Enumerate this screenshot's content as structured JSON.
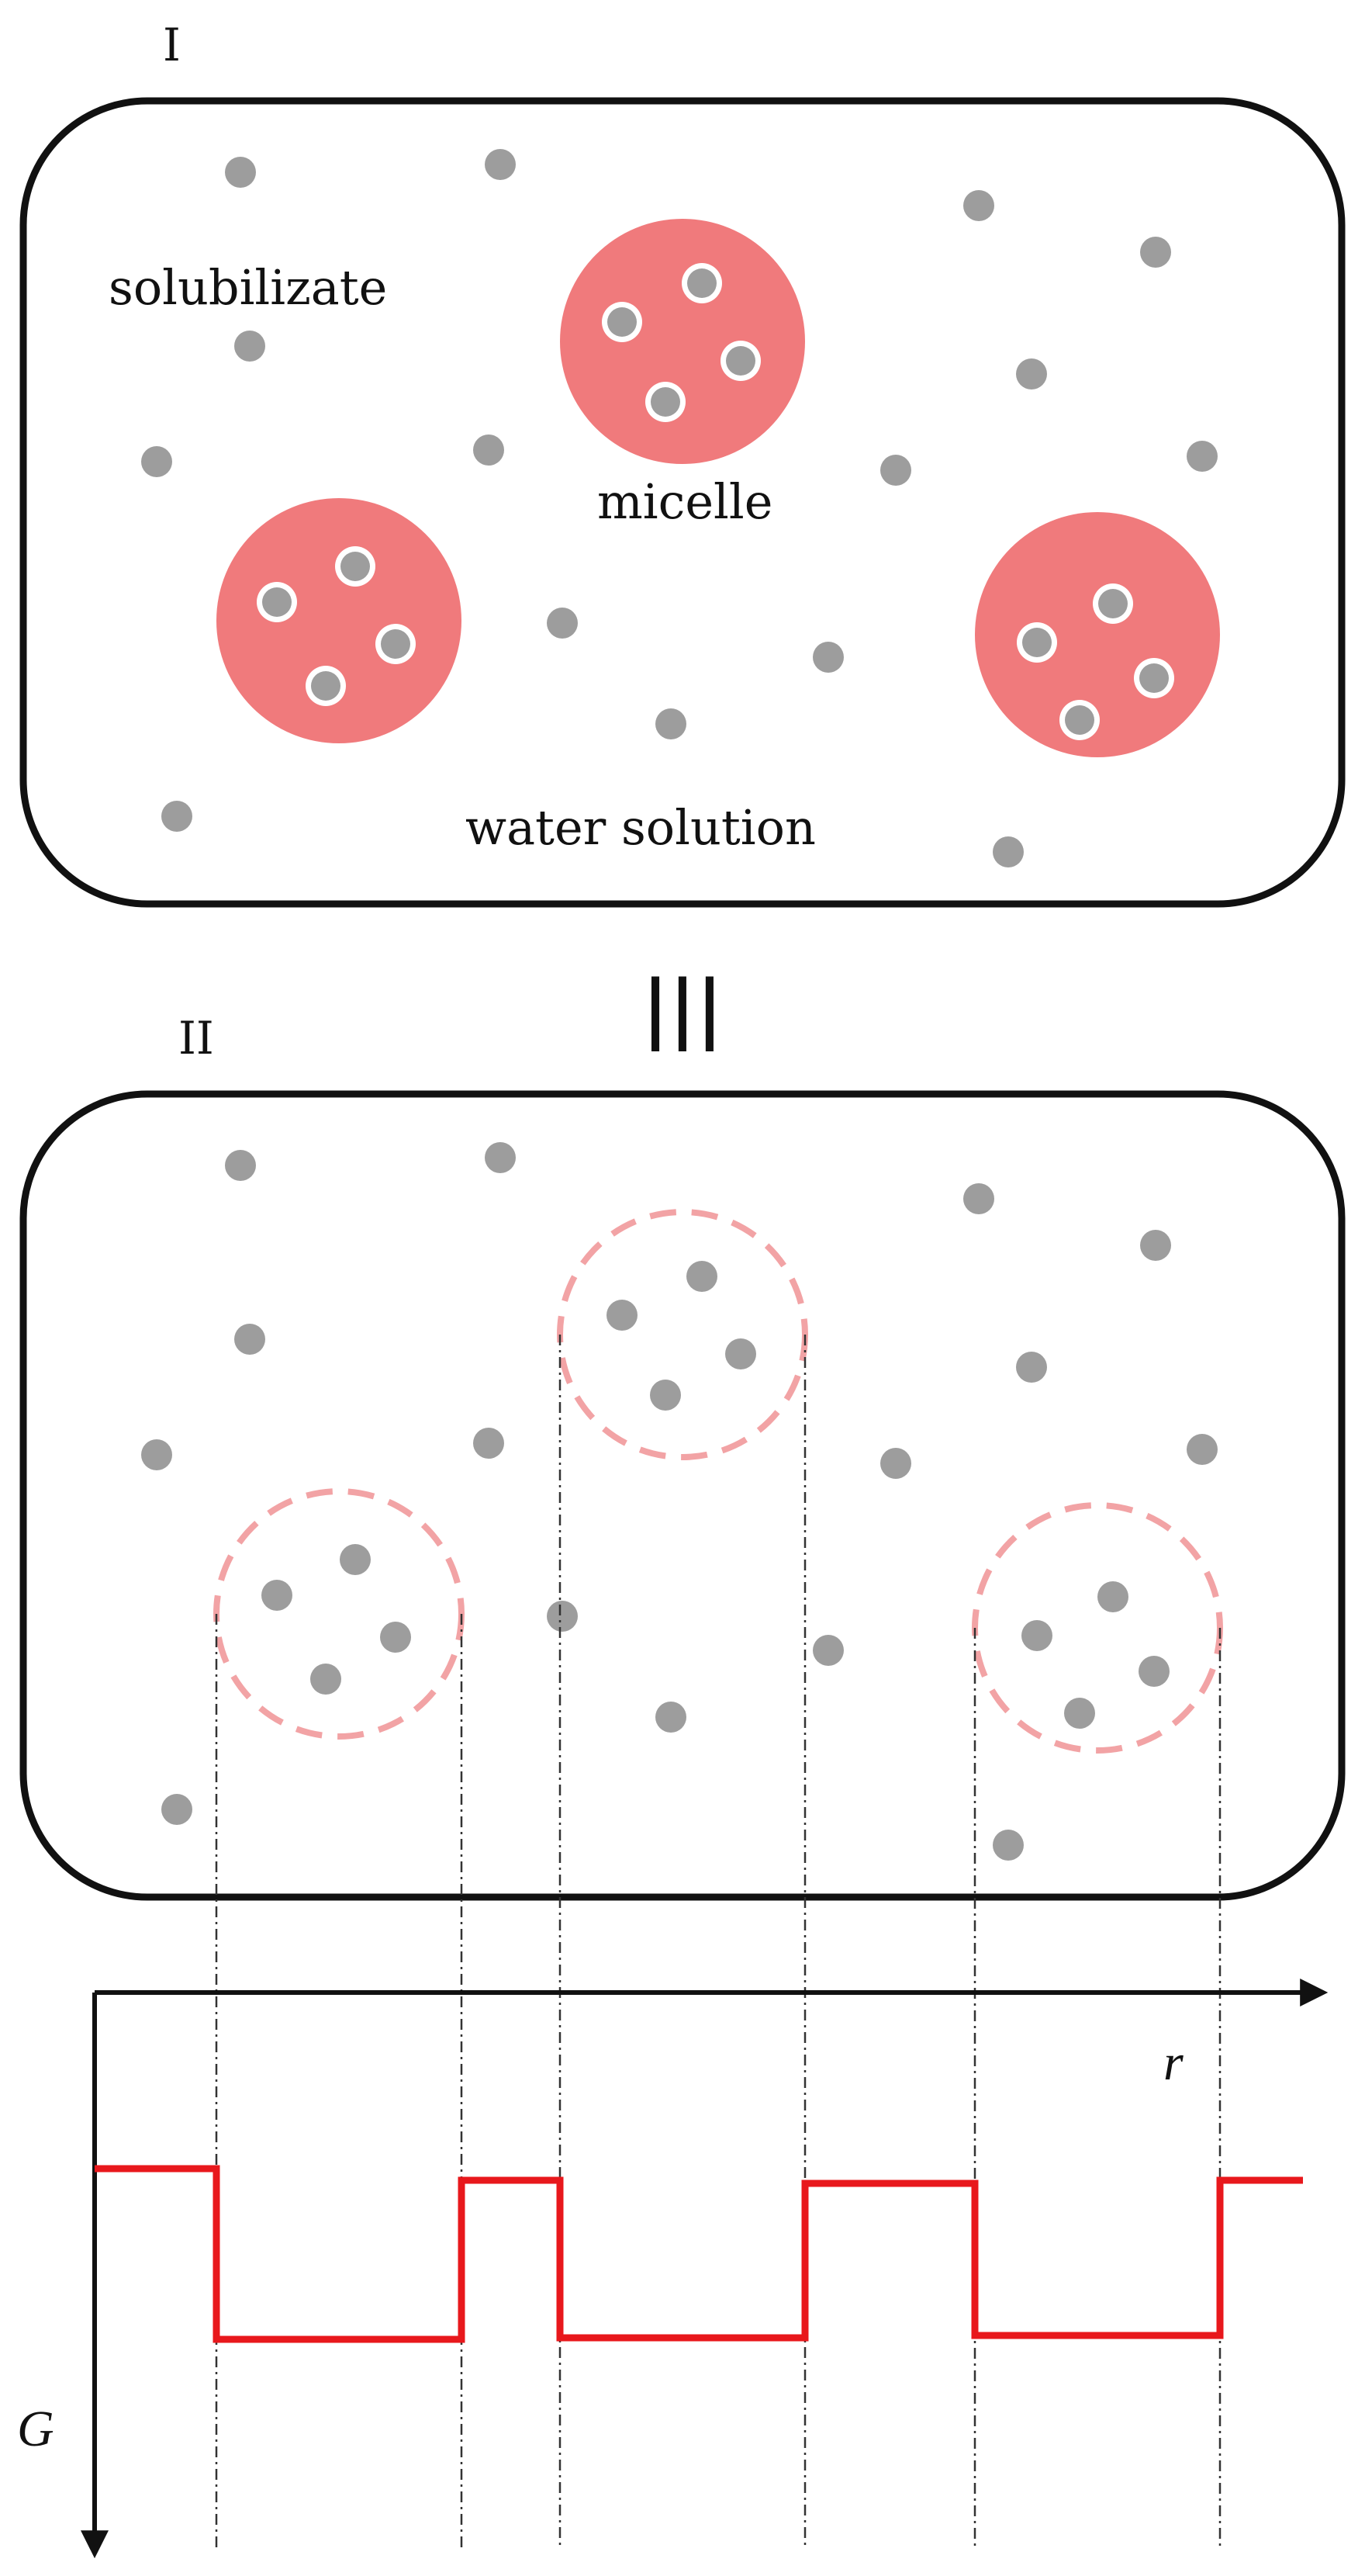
{
  "panels": {
    "panel_1": {
      "label": "I",
      "solubilizate_label": "solubilizate",
      "micelle_label": "micelle",
      "water_label": "water solution"
    },
    "panel_2": {
      "label": "II"
    },
    "equivalence_symbol": "|||"
  },
  "graph": {
    "x_axis_label": "r",
    "y_axis_label": "G"
  },
  "colors": {
    "micelle_fill": "#f07a7c",
    "micelle_dashed": "#f2a3a5",
    "particle": "#9d9d9d",
    "step_line": "#e8181c",
    "outline": "#111111"
  }
}
